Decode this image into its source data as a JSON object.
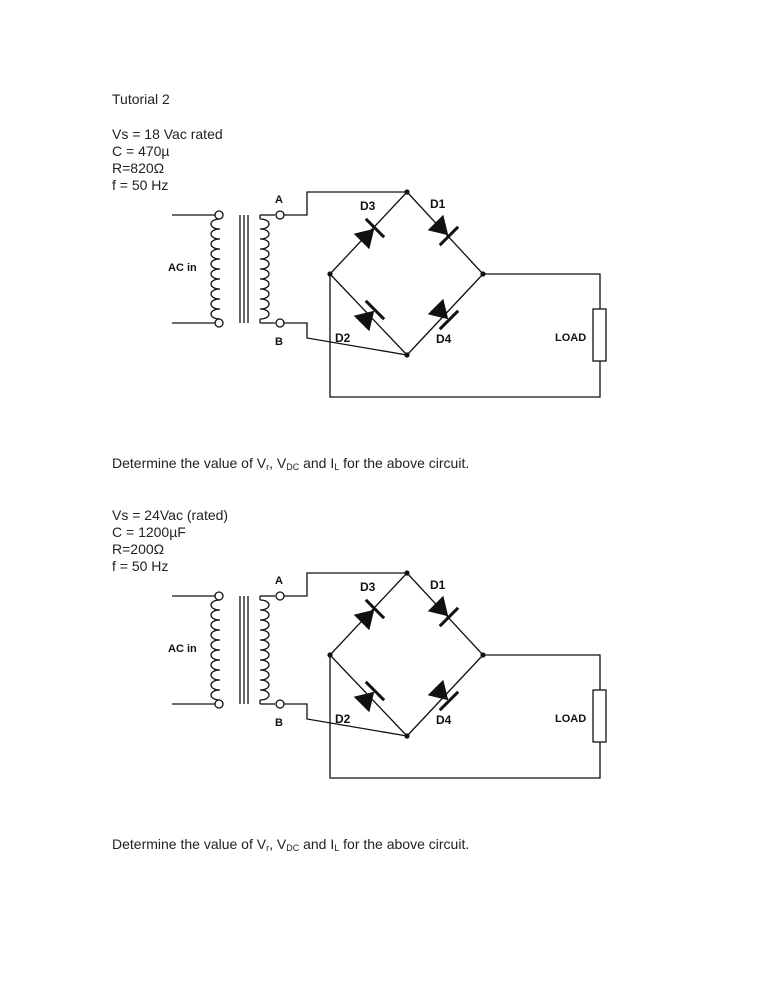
{
  "title": "Tutorial 2",
  "problems": [
    {
      "params": [
        "Vs = 18 Vac rated",
        "C = 470µ",
        "R=820Ω",
        "f = 50 Hz"
      ],
      "question": {
        "prefix": "Determine the value of V",
        "vr_sub": "r",
        "sep1": ", V",
        "vdc_sub": "DC",
        "sep2": " and I",
        "il_sub": "L",
        "suffix": " for the above circuit."
      }
    },
    {
      "params": [
        "Vs = 24Vac (rated)",
        "C = 1200µF",
        "R=200Ω",
        "f = 50 Hz"
      ],
      "question": {
        "prefix": "Determine the value of V",
        "vr_sub": "r",
        "sep1": ", V",
        "vdc_sub": "DC",
        "sep2": " and I",
        "il_sub": "L",
        "suffix": " for the above circuit."
      }
    }
  ],
  "circuit_labels": {
    "node_a": "A",
    "node_b": "B",
    "ac_in": "AC in",
    "d1": "D1",
    "d2": "D2",
    "d3": "D3",
    "d4": "D4",
    "load": "LOAD"
  }
}
